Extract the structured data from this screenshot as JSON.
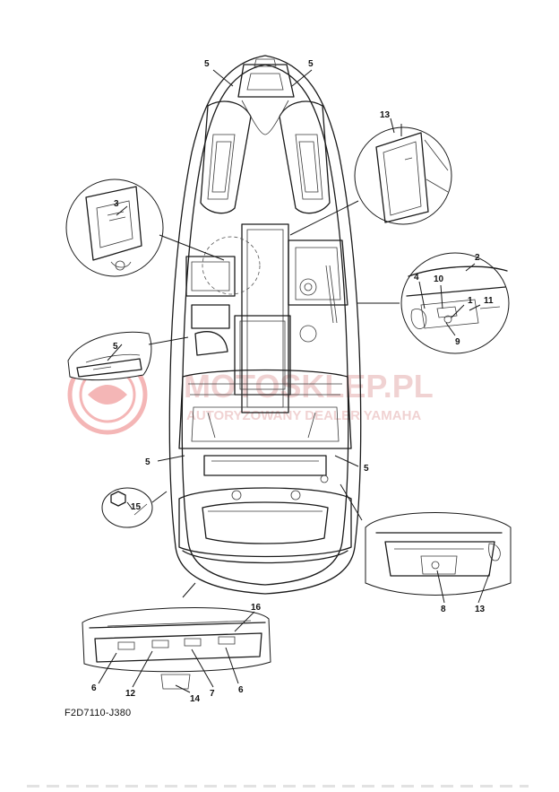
{
  "diagram": {
    "code": "F2D7110-J380",
    "watermark": {
      "line1": "MOTOSKLEP.PL",
      "line2": "AUTORYZOWANY DEALER YAMAHA"
    },
    "callouts": {
      "c_5_bow_left": "5",
      "c_5_bow_right": "5",
      "c_13_top": "13",
      "c_3": "3",
      "c_2": "2",
      "c_4": "4",
      "c_10": "10",
      "c_1": "1",
      "c_11": "11",
      "c_9": "9",
      "c_5_detail": "5",
      "c_5_mid_left": "5",
      "c_5_mid_right": "5",
      "c_15": "15",
      "c_8": "8",
      "c_13_bottom": "13",
      "c_16": "16",
      "c_6_left": "6",
      "c_12": "12",
      "c_7": "7",
      "c_6_right": "6",
      "c_14": "14"
    }
  }
}
